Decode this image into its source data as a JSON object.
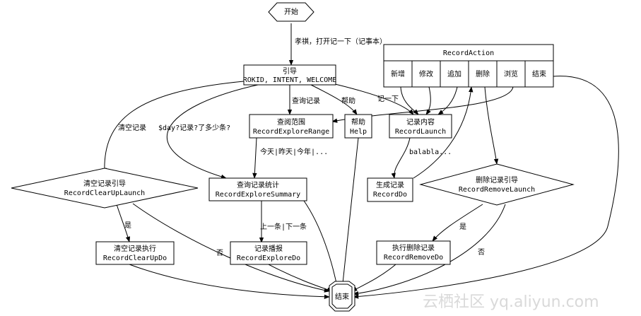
{
  "nodes": {
    "start": "开始",
    "guide": [
      "引导",
      "ROKID, INTENT, WELCOME"
    ],
    "explore_range": [
      "查阅范围",
      "RecordExploreRange"
    ],
    "help": [
      "帮助",
      "Help"
    ],
    "launch": [
      "记录内容",
      "RecordLaunch"
    ],
    "clear_launch": [
      "清空记录引导",
      "RecordClearUpLaunch"
    ],
    "explore_summary": [
      "查询记录统计",
      "RecordExploreSummary"
    ],
    "record_do": [
      "生成记录",
      "RecordDo"
    ],
    "remove_launch": [
      "删除记录引导",
      "RecordRemoveLaunch"
    ],
    "clear_do": [
      "清空记录执行",
      "RecordClearUpDo"
    ],
    "explore_do": [
      "记录播报",
      "RecordExploreDo"
    ],
    "remove_do": [
      "执行删除记录",
      "RecordRemoveDo"
    ],
    "end": "结束"
  },
  "record_action": {
    "title": "RecordAction",
    "cells": [
      "新增",
      "修改",
      "追加",
      "删除",
      "浏览",
      "结束"
    ]
  },
  "edge_labels": {
    "start_to_guide": "孝祺，打开记一下（记事本）",
    "query": "查询记录",
    "help": "帮助",
    "note": "记一下",
    "clear": "清空记录",
    "day_count": "$day?记录?了多少条?",
    "range_options": "今天|昨天|今年|...",
    "balabla": "balabla...",
    "next_prev": "上一条|下一条",
    "yes_clear": "是",
    "no_clear": "否",
    "yes_remove": "是",
    "no_remove": "否"
  },
  "watermark": "云栖社区 yq.aliyun.com"
}
